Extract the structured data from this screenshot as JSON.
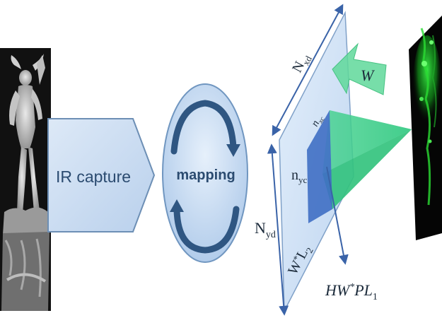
{
  "diagram": {
    "capture_label": "IR capture",
    "mapping_label": "mapping",
    "labels": {
      "w": "W",
      "n_xd": "N",
      "n_xd_sub": "xd",
      "n_xc": "n",
      "n_xc_sub": "xc",
      "n_yc": "n",
      "n_yc_sub": "yc",
      "n_yd": "N",
      "n_yd_sub": "yd",
      "w_l2": "W",
      "w_l2_sup": "*",
      "w_l2_rest": "L",
      "w_l2_sub": "2",
      "hw_pl1": "HW",
      "hw_pl1_sup": "*",
      "hw_pl1_rest": "PL",
      "hw_pl1_sub": "1"
    }
  },
  "colors": {
    "capture_fill": "#c9dcf2",
    "capture_stroke": "#6d8fb5",
    "mapping_fill": "#bed5ef",
    "mapping_arrow": "#3e6690",
    "plane_fill": "#cde0f7",
    "plane_stroke": "#7a9cc6",
    "dim_arrow": "#3a63a8",
    "green_beam": "#2fc27e",
    "blue_patch": "#3f6fc4",
    "label_text": "#1b2a3a"
  }
}
